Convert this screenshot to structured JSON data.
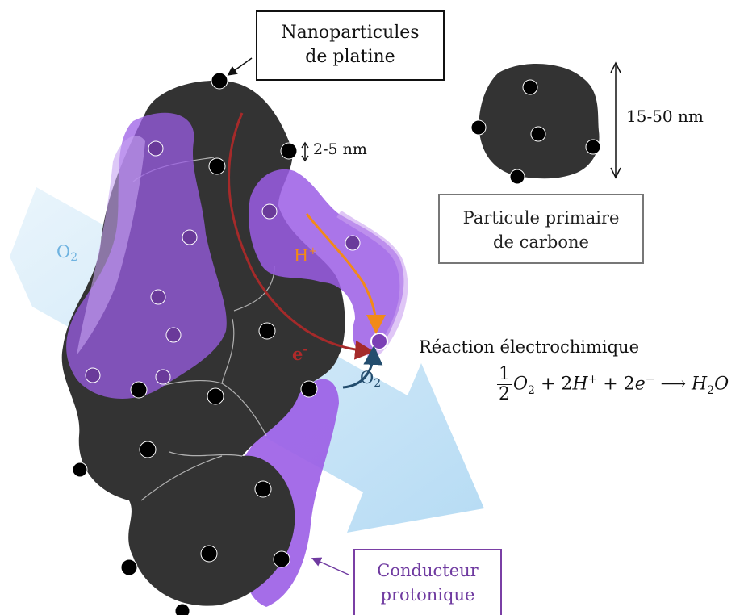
{
  "labels": {
    "platinum_box": {
      "line1": "Nanoparticules",
      "line2": "de platine"
    },
    "carbon_box": {
      "line1": "Particule primaire",
      "line2": "de carbone"
    },
    "proton_box": {
      "line1": "Conducteur",
      "line2": "protonique"
    },
    "reaction": "Réaction électrochimique",
    "particle_size": "15-50 nm",
    "platinum_size": "2-5 nm",
    "o2_symbol": "O",
    "o2_subscript": "2",
    "proton_symbol": "H",
    "proton_charge": "+",
    "electron_symbol": "e",
    "electron_charge": "-"
  },
  "equation": {
    "fraction_numerator": "1",
    "fraction_denominator": "2",
    "term1": "O",
    "term1_sub": "2",
    "plus1": " + 2",
    "term2": "H",
    "term2_sup": "+",
    "plus2": " + 2",
    "term3": "e",
    "term3_sup": "−",
    "arrow": " ⟶ ",
    "product": "H",
    "product_sub": "2",
    "product_tail": "O"
  },
  "colors": {
    "carbon": "#333333",
    "platinum": "#000000",
    "ionomer": "#9b5de5",
    "oxygen_flow": "#aed6f1",
    "proton_path": "#f28a17",
    "electron_path": "#a52a2a",
    "o2_arrow": "#234d6e"
  }
}
